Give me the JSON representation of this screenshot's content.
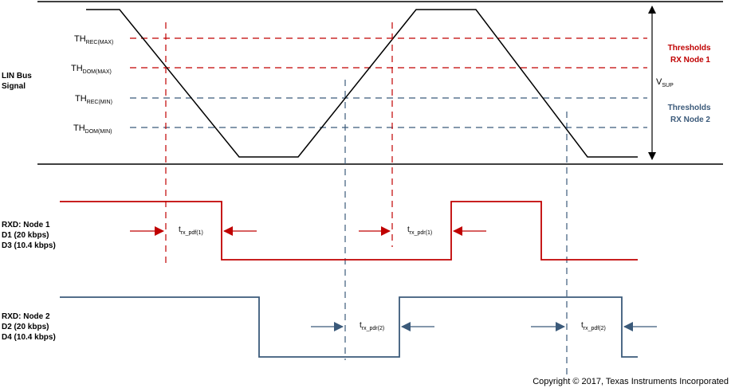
{
  "colors": {
    "red": "#c00000",
    "blue": "#3b5a7a",
    "black": "#000000"
  },
  "labels": {
    "lin_bus": [
      "LIN Bus",
      "Signal"
    ],
    "node1": [
      "RXD: Node 1",
      "D1 (20 kbps)",
      "D3 (10.4 kbps)"
    ],
    "node2": [
      "RXD: Node 2",
      "D2 (20 kbps)",
      "D4 (10.4 kbps)"
    ],
    "vsup": {
      "main": "V",
      "sub": "SUP"
    },
    "thresholds1": [
      "Thresholds",
      "RX Node 1"
    ],
    "thresholds2": [
      "Thresholds",
      "RX Node 2"
    ],
    "copyright": "Copyright © 2017, Texas Instruments Incorporated"
  },
  "thresholds": [
    {
      "main": "TH",
      "sub": "REC(MAX)"
    },
    {
      "main": "TH",
      "sub": "DOM(MAX)"
    },
    {
      "main": "TH",
      "sub": "REC(MIN)"
    },
    {
      "main": "TH",
      "sub": "DOM(MIN)"
    }
  ],
  "timing_labels": [
    {
      "main": "t",
      "sub": "rx_pdf(1)"
    },
    {
      "main": "t",
      "sub": "rx_pdr(1)"
    },
    {
      "main": "t",
      "sub": "rx_pdr(2)"
    },
    {
      "main": "t",
      "sub": "rx_pdf(2)"
    }
  ]
}
